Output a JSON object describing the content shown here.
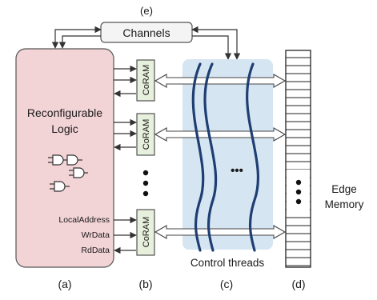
{
  "labels": {
    "e": "(e)",
    "a": "(a)",
    "b": "(b)",
    "c": "(c)",
    "d": "(d)"
  },
  "channels": "Channels",
  "logic": {
    "line1": "Reconfigurable",
    "line2": "Logic"
  },
  "coram": [
    "CoRAM",
    "CoRAM",
    "CoRAM"
  ],
  "ports": {
    "local_address": "LocalAddress",
    "wr_data": "WrData",
    "rd_data": "RdData"
  },
  "control_threads": "Control threads",
  "threads_dots": "•••",
  "memory": {
    "line1": "Edge",
    "line2": "Memory"
  },
  "colors": {
    "logic_fill": "#f2d3d6",
    "thread_region": "#cfe0f0",
    "thread_stroke": "#1f3f73",
    "coram_fill": "#e7f0dc"
  }
}
